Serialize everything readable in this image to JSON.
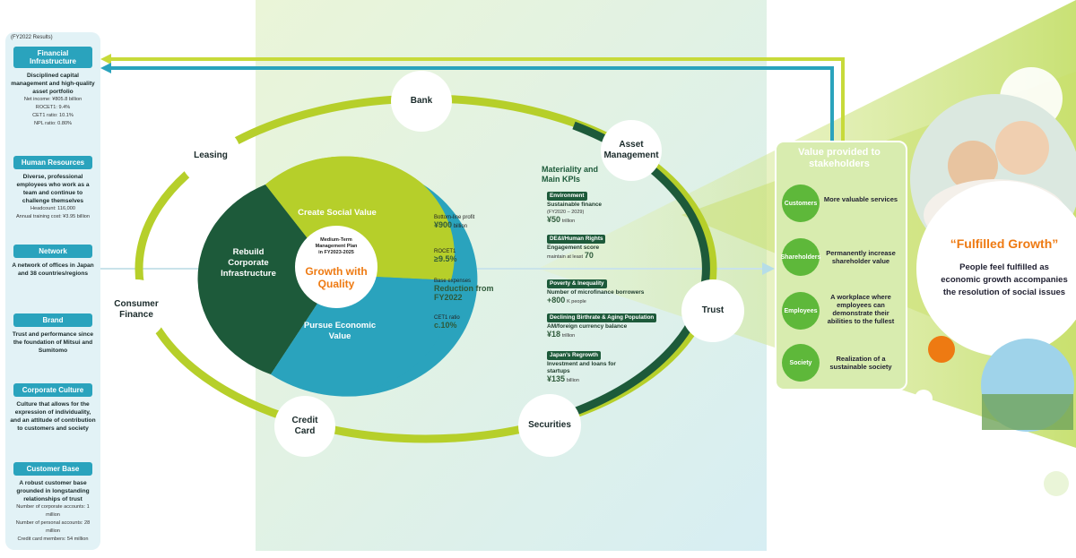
{
  "fy_note": "(FY2022 Results)",
  "capitals": [
    {
      "title": "Financial Infrastructure",
      "desc": "Disciplined capital management and high-quality asset portfolio",
      "stats": [
        "Net income: ¥805.8 billion",
        "ROCET1: 9.4%",
        "CET1 ratio: 10.1%",
        "NPL ratio: 0.80%"
      ]
    },
    {
      "title": "Human Resources",
      "desc": "Diverse, professional employees who work as a team and continue to challenge themselves",
      "stats": [
        "Headcount: 116,000",
        "Annual training cost: ¥3.95 billion"
      ]
    },
    {
      "title": "Network",
      "desc": "A network of offices in Japan and 38 countries/regions",
      "stats": []
    },
    {
      "title": "Brand",
      "desc": "Trust and performance since the foundation of Mitsui and Sumitomo",
      "stats": []
    },
    {
      "title": "Corporate Culture",
      "desc": "Culture that allows for the expression of individuality, and an attitude of contribution to customers and society",
      "stats": []
    },
    {
      "title": "Customer Base",
      "desc": "A robust customer base grounded in longstanding relationships of trust",
      "stats": [
        "Number of corporate accounts: 1 million",
        "Number of personal accounts: 28 million",
        "Credit card members: 54 million"
      ]
    }
  ],
  "hub": {
    "bank": "Bank",
    "leasing": "Leasing",
    "asset_mgmt_1": "Asset",
    "asset_mgmt_2": "Management",
    "consumer_1": "Consumer",
    "consumer_2": "Finance",
    "trust": "Trust",
    "credit_1": "Credit",
    "credit_2": "Card",
    "securities": "Securities"
  },
  "center": {
    "social": "Create Social Value",
    "rebuild_1": "Rebuild",
    "rebuild_2": "Corporate",
    "rebuild_3": "Infrastructure",
    "economic_1": "Pursue Economic",
    "economic_2": "Value",
    "plan_1": "Medium-Term",
    "plan_2": "Management Plan",
    "plan_3": "in FY2023-2025",
    "growth_1": "Growth with",
    "growth_2": "Quality"
  },
  "targets": [
    {
      "label": "Bottom-line profit",
      "value": "¥900",
      "unit": "billion"
    },
    {
      "label": "ROCET1",
      "value": "≥9.5%",
      "unit": ""
    },
    {
      "label": "Base expenses",
      "value": "Reduction from FY2022",
      "unit": ""
    },
    {
      "label": "CET1 ratio",
      "value": "c.10%",
      "unit": ""
    }
  ],
  "materiality": {
    "title_1": "Materiality and",
    "title_2": "Main KPIs",
    "items": [
      {
        "tag": "Environment",
        "desc": "Sustainable finance",
        "sub": "(FY2020 – 2029)",
        "value": "¥50",
        "unit": "trillion"
      },
      {
        "tag": "DE&I/Human Rights",
        "desc": "Engagement score",
        "sub": "maintain at least",
        "value": "70",
        "unit": ""
      },
      {
        "tag": "Poverty & Inequality",
        "desc": "Number of microfinance borrowers",
        "sub": "",
        "value": "+800",
        "unit": "K people"
      },
      {
        "tag": "Declining Birthrate & Aging Population",
        "desc": "AM/foreign currency balance",
        "sub": "",
        "value": "¥18",
        "unit": "trillion"
      },
      {
        "tag": "Japan's Regrowth",
        "desc": "Investment and loans for startups",
        "sub": "",
        "value": "¥135",
        "unit": "billion"
      }
    ]
  },
  "value_panel": {
    "title_1": "Value provided to",
    "title_2": "stakeholders",
    "items": [
      {
        "who": "Customers",
        "desc": "More valuable services"
      },
      {
        "who": "Shareholders",
        "desc": "Permanently increase shareholder value"
      },
      {
        "who": "Employees",
        "desc": "A workplace where employees can demonstrate their abilities to the fullest"
      },
      {
        "who": "Society",
        "desc": "Realization of a sustainable society"
      }
    ]
  },
  "fulfilled": {
    "title": "“Fulfilled Growth”",
    "desc_1": "People feel fulfilled as",
    "desc_2": "economic growth accompanies",
    "desc_3": "the resolution of social issues"
  },
  "colors": {
    "teal": "#2aa3bd",
    "dark_green": "#1d5a3a",
    "lime": "#b6cf2a",
    "orange": "#ee7a12",
    "panel_green": "#d8ecaf"
  }
}
